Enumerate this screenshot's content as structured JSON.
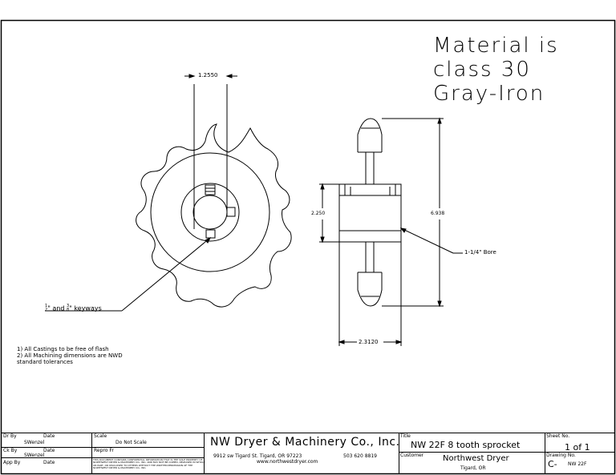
{
  "material_note": [
    "Material is",
    "class 30",
    "Gray-Iron"
  ],
  "dimensions": {
    "keyway_offset": "1.2550",
    "hub_diameter": "2.250",
    "outside_diameter": "6.938",
    "face_width": "2.3120",
    "bore": "1-1/4\" Bore"
  },
  "keyway_callout": {
    "half_num": "1",
    "half_den": "2",
    "and": "\" and",
    "three_num": "3",
    "three_den": "8",
    "suffix": "\" keyways"
  },
  "notes": [
    "1) All Castings to be free of flash",
    "2) All Machining dimensions are NWD",
    "standard tolerances"
  ],
  "title_block": {
    "dr_by_label": "Dr By",
    "date_label_1": "Date",
    "dr_by_value": "SWenzel",
    "ck_by_label": "Ck By",
    "date_label_2": "Date",
    "ck_by_value": "SWenzel",
    "app_by_label": "App By",
    "date_label_3": "Date",
    "scale_label": "Scale",
    "scale_value": "Do Not Scale",
    "repro_label": "Repro Fr",
    "legal_text": "THIS DOCUMENT CONTAINS CONFIDENTIAL INFORMATION THAT IS THE SOLE PROPERTY OF NORTHWEST DRYER & MACHINERY CO., INC. AND MAY NOT BE COPIED, RELEASED IN WHOLE OR PART, OR DISCLOSED TO OTHERS WITHOUT THE WRITTEN PERMISSION OF THE NORTHWEST DRYER & MACHINERY CO., INC.",
    "company": "NW Dryer & Machinery Co., Inc.",
    "address": "9912 sw Tigard St.   Tigard, OR 97223",
    "phone": "503 620 8819",
    "website": "www.northwestdryer.com",
    "title_label": "Title",
    "title_value": "NW 22F   8 tooth sprocket",
    "customer_label": "Customer",
    "customer_value": "Northwest Dryer",
    "customer_city": "Tigard, OR",
    "sheet_label": "Sheet No.",
    "sheet_value": "1  of 1",
    "drawing_label": "Drawing No.",
    "drawing_prefix": "C-",
    "drawing_value": "NW 22F"
  }
}
